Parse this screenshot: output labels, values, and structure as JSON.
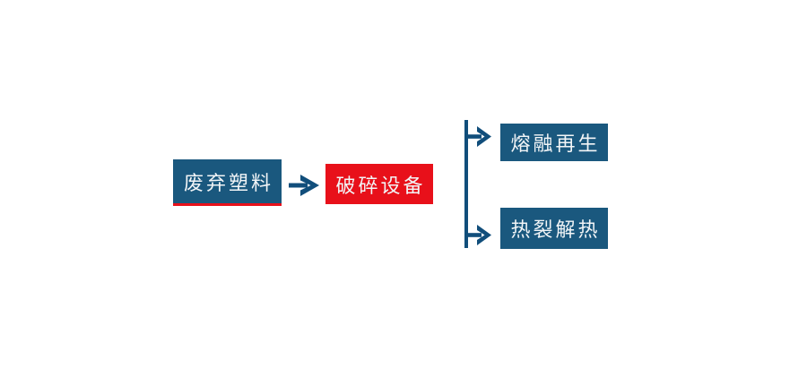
{
  "diagram": {
    "type": "flowchart",
    "nodes": [
      {
        "id": "waste-plastic",
        "label": "废弃塑料",
        "shape": "rect",
        "fill": "box_blue",
        "underline": "box_red"
      },
      {
        "id": "crushing-equipment",
        "label": "破碎设备",
        "shape": "rect",
        "fill": "box_red"
      },
      {
        "id": "melt-regeneration",
        "label": "熔融再生",
        "shape": "rect",
        "fill": "box_blue"
      },
      {
        "id": "thermal-pyrolysis",
        "label": "热裂解热",
        "shape": "rect",
        "fill": "box_blue"
      }
    ],
    "edges": [
      {
        "from": "waste-plastic",
        "to": "crushing-equipment",
        "style": "arrow-right"
      },
      {
        "from": "crushing-equipment",
        "to": "melt-regeneration",
        "style": "branch-arrow-right"
      },
      {
        "from": "crushing-equipment",
        "to": "thermal-pyrolysis",
        "style": "branch-arrow-right"
      }
    ]
  },
  "colors": {
    "box_blue": "#1A587E",
    "box_red": "#E8101A",
    "arrow_blue": "#114E7B",
    "text": "#F2F5F7",
    "background": "#FFFFFF"
  }
}
